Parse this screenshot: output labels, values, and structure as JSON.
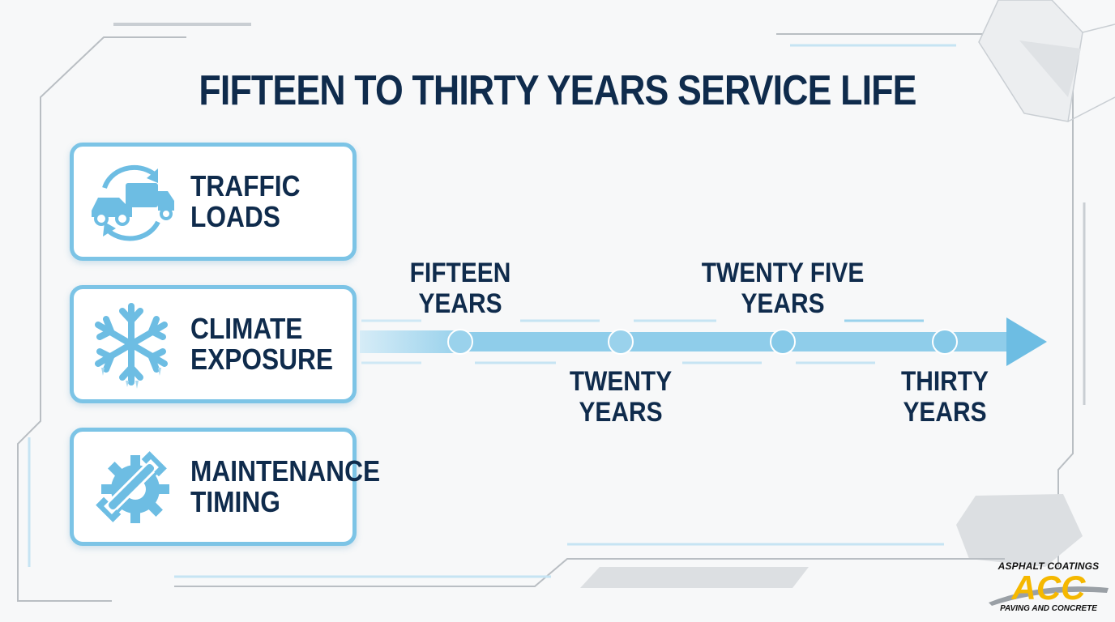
{
  "title": "FIFTEEN TO THIRTY YEARS SERVICE LIFE",
  "factors": [
    {
      "line1": "TRAFFIC",
      "line2": "LOADS",
      "icon": "vehicles-cycle-icon"
    },
    {
      "line1": "CLIMATE",
      "line2": "EXPOSURE",
      "icon": "snowflake-icon"
    },
    {
      "line1": "MAINTENANCE",
      "line2": "TIMING",
      "icon": "gear-wrench-icon"
    }
  ],
  "timeline": [
    {
      "line1": "FIFTEEN",
      "line2": "YEARS"
    },
    {
      "line1": "TWENTY",
      "line2": "YEARS"
    },
    {
      "line1": "TWENTY FIVE",
      "line2": "YEARS"
    },
    {
      "line1": "THIRTY",
      "line2": "YEARS"
    }
  ],
  "logo": {
    "top": "ASPHALT COATINGS",
    "mark": "ACC",
    "bottom": "PAVING AND CONCRETE"
  },
  "colors": {
    "navy": "#0f2b4c",
    "accent": "#7cc4e6",
    "logo": "#f5b800"
  }
}
